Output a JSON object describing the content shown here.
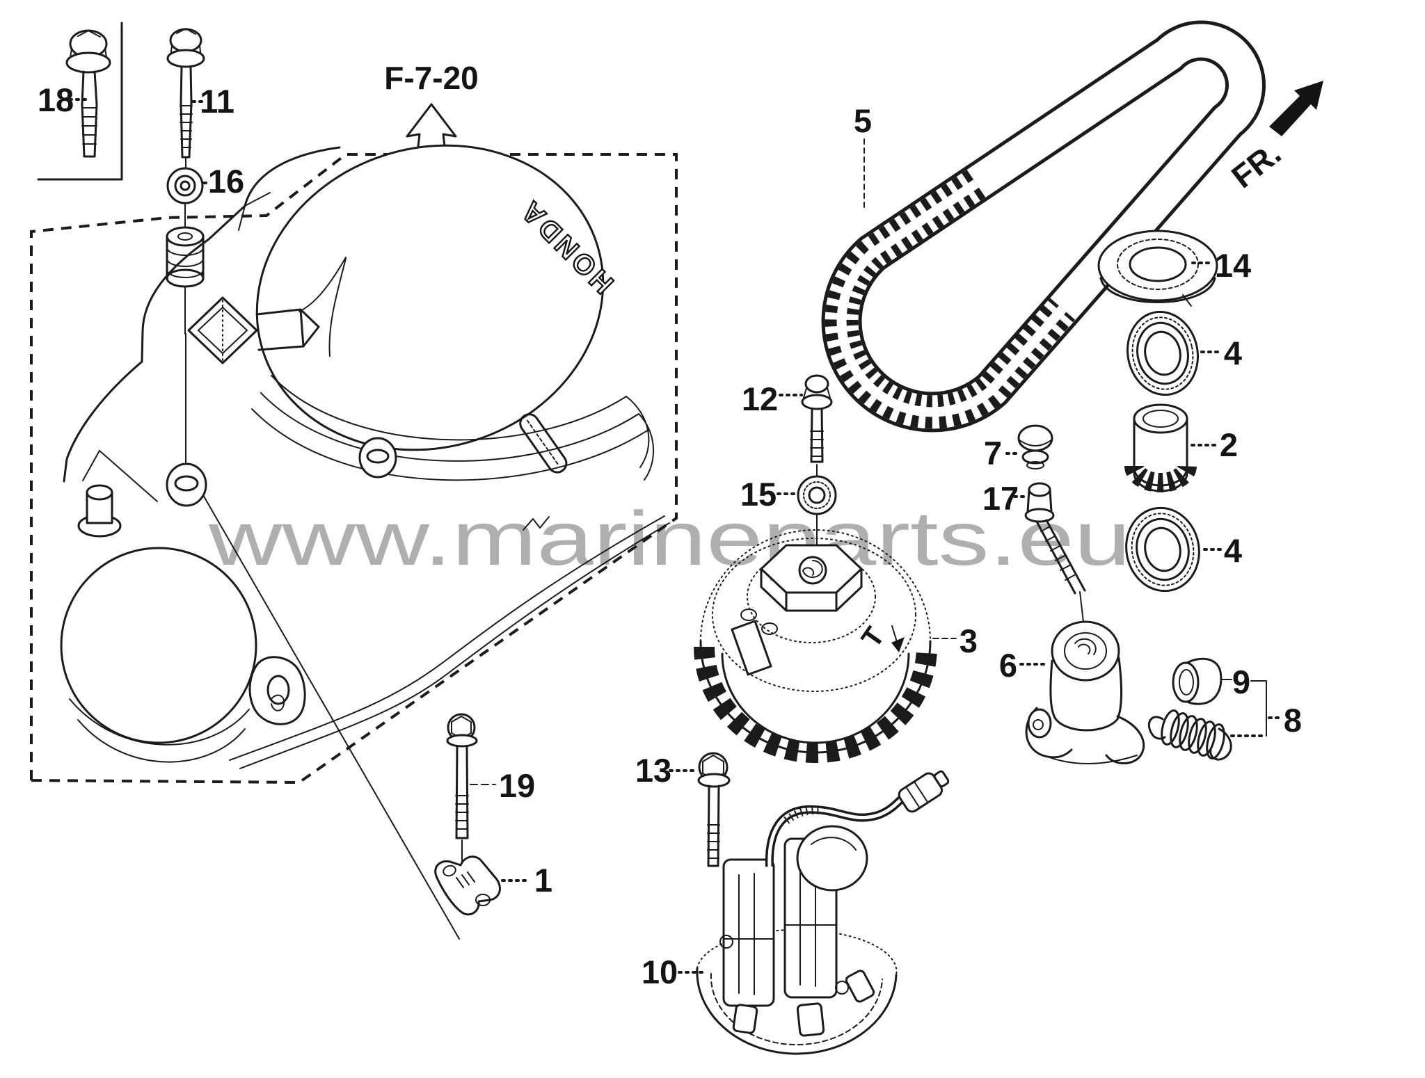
{
  "colors": {
    "background": "#ffffff",
    "line": "#1b1b1b",
    "watermark_gray": "#a9a9a9"
  },
  "watermark": {
    "text": "www.marineparts.eu"
  },
  "header": {
    "reference_code": "F-7-20",
    "orientation_label": "FR."
  },
  "cover": {
    "brand_embossed": "HONDA"
  },
  "pulley": {
    "timing_mark": "T"
  },
  "callouts": {
    "c1": "1",
    "c2": "2",
    "c3": "3",
    "c4a": "4",
    "c4b": "4",
    "c5": "5",
    "c6": "6",
    "c7": "7",
    "c8": "8",
    "c9": "9",
    "c10": "10",
    "c11": "11",
    "c12": "12",
    "c13": "13",
    "c14": "14",
    "c15": "15",
    "c16": "16",
    "c17": "17",
    "c18": "18",
    "c19": "19"
  }
}
